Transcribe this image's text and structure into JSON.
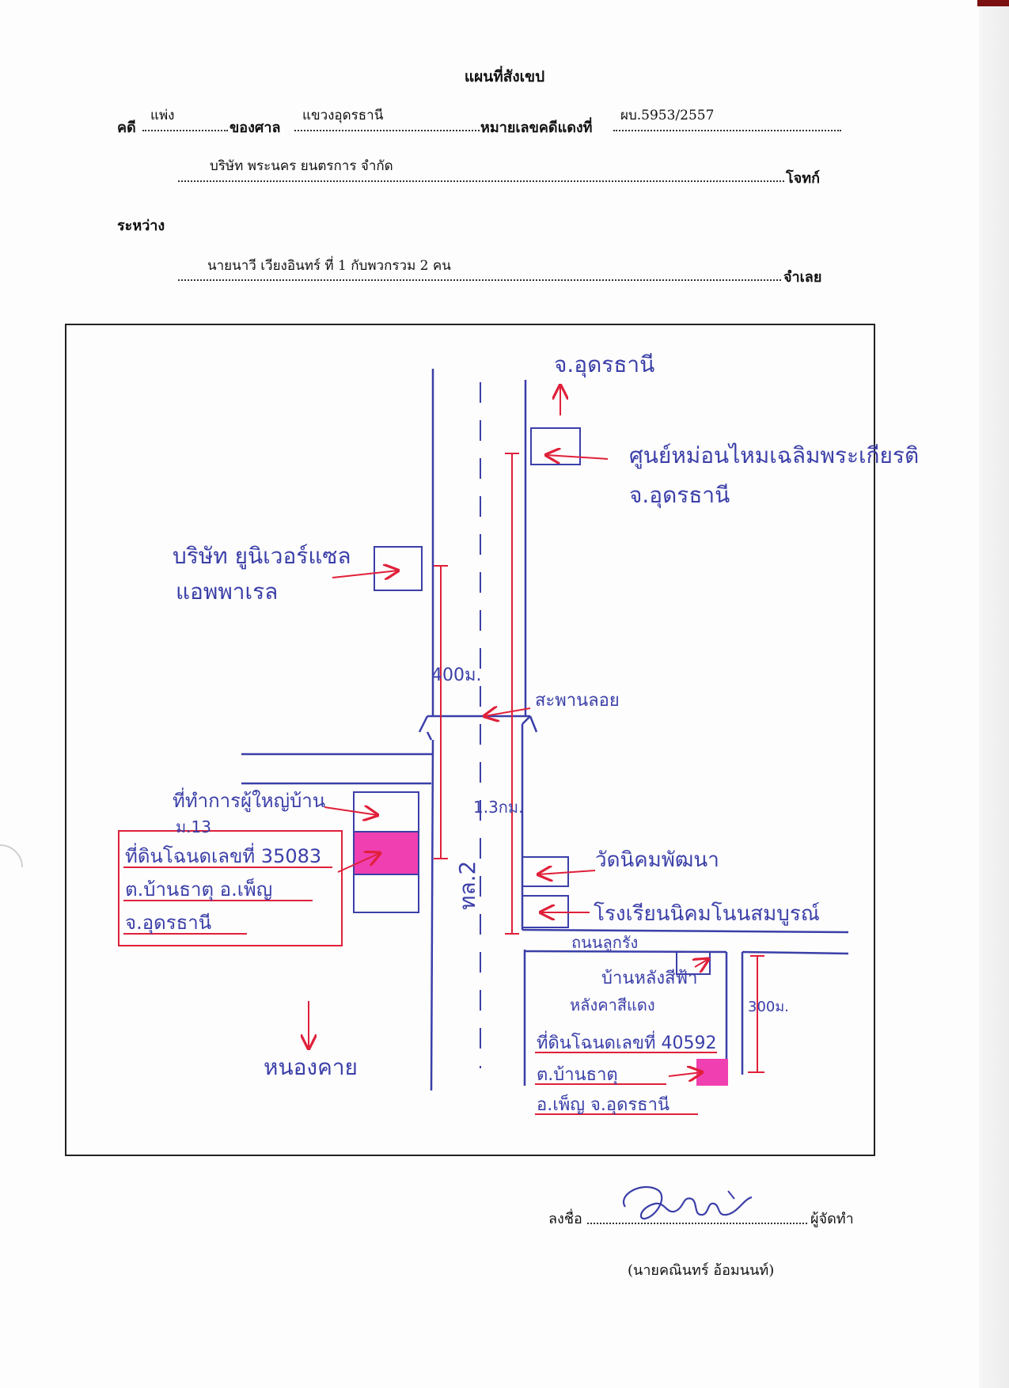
{
  "header": {
    "title": "แผนที่สังเขป",
    "case_label": "คดี",
    "case_value": "แพ่ง",
    "court_label": "ของศาล",
    "court_value": "แขวงอุดรธานี",
    "red_no_label": "หมายเลขคดีแดงที่",
    "red_no_value": "ผบ.5953/2557",
    "plaintiff_value": "บริษัท พระนคร ยนตรการ จำกัด",
    "plaintiff_label": "โจทก์",
    "between_label": "ระหว่าง",
    "defendant_value": "นายนาวี เวียงอินทร์ ที่ 1 กับพวกรวม 2 คน",
    "defendant_label": "จำเลย"
  },
  "map": {
    "to_north": "จ.อุดรธานี",
    "center_name_1": "ศูนย์หม่อนไหมเฉลิมพระเกียรติ",
    "center_name_2": "จ.อุดรธานี",
    "company_1": "บริษัท ยูนิเวอร์แซล",
    "company_2": "แอพพาเรล",
    "dist_400": "400ม.",
    "bridge": "สะพานลอย",
    "dist_13km": "1.3กม.",
    "highway": "ทล.2",
    "office_1": "ที่ทำการผู้ใหญ่บ้าน",
    "office_2": "ม.13",
    "land1_l1": "ที่ดินโฉนดเลขที่ 35083",
    "land1_l2": "ต.บ้านธาตุ อ.เพ็ญ",
    "land1_l3": "จ.อุดรธานี",
    "temple": "วัดนิคมพัฒนา",
    "school": "โรงเรียนนิคมโนนสมบูรณ์",
    "road": "ถนนลูกรัง",
    "house_1": "บ้านหลังสีฟ้า",
    "house_2": "หลังคาสีแดง",
    "dist_300": "300ม.",
    "land2_l1": "ที่ดินโฉนดเลขที่ 40592",
    "land2_l2": "ต.บ้านธาตุ",
    "land2_l3": "อ.เพ็ญ จ.อุดรธานี",
    "to_south": "หนองคาย"
  },
  "footer": {
    "sign_label": "ลงชื่อ",
    "maker_label": "ผู้จัดทำ",
    "name": "(นายคณินทร์ อ้อมนนท์)"
  },
  "colors": {
    "ink_blue": "#3b3fa8",
    "ink_red": "#e0203a",
    "highlight": "#f03fb0",
    "frame": "#222222"
  }
}
